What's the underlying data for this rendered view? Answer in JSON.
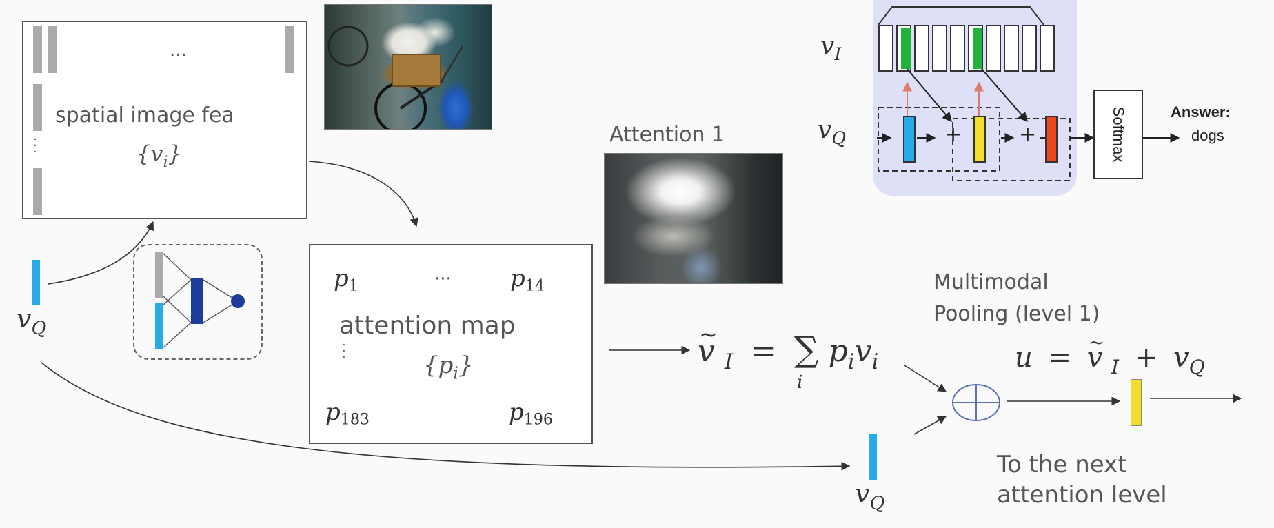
{
  "features_box": {
    "ellipsis": "...",
    "label": "spatial image fea",
    "set_symbol": "{v",
    "set_sub": "i",
    "set_close": "}"
  },
  "question_vec_left": {
    "var": "v",
    "sub": "Q"
  },
  "attention_map_box": {
    "p1": "p",
    "p1_sub": "1",
    "ellipsis": "···",
    "p14": "p",
    "p14_sub": "14",
    "label": "attention map",
    "set_symbol": "{p",
    "set_sub": "i",
    "set_close": "}",
    "p183": "p",
    "p183_sub": "183",
    "p196": "p",
    "p196_sub": "196"
  },
  "attention_title": "Attention 1",
  "weighted_sum": {
    "lhs": "v",
    "lhs_sub": "I",
    "equals": "=",
    "sigma": "∑",
    "sigma_index": "i",
    "rhs": "p",
    "rhs_sub1": "i",
    "rhs_v": "v",
    "rhs_sub2": "i"
  },
  "pooling_title": [
    "Multimodal",
    "Pooling (level 1)"
  ],
  "u_equation": {
    "u": "u",
    "equals": "=",
    "v_tilde": "v",
    "v_tilde_sub": "I",
    "plus": "+",
    "vq": "v",
    "vq_sub": "Q"
  },
  "question_vec_bottom": {
    "var": "v",
    "sub": "Q"
  },
  "next_level_text": [
    "To the next",
    "attention level"
  ],
  "inset": {
    "vi_label": "v",
    "vi_sub": "I",
    "vq_label": "v",
    "vq_sub": "Q",
    "plus1": "+",
    "plus2": "+",
    "softmax": "Softmax",
    "answer_title": "Answer:",
    "answer_value": "dogs"
  },
  "colors": {
    "question_blue": "#29a9e6",
    "dark_blue": "#1e3c9c",
    "green": "#21b33a",
    "yellow": "#f2df2c",
    "red": "#e9481e",
    "inset_bg": "#dde0f6"
  }
}
